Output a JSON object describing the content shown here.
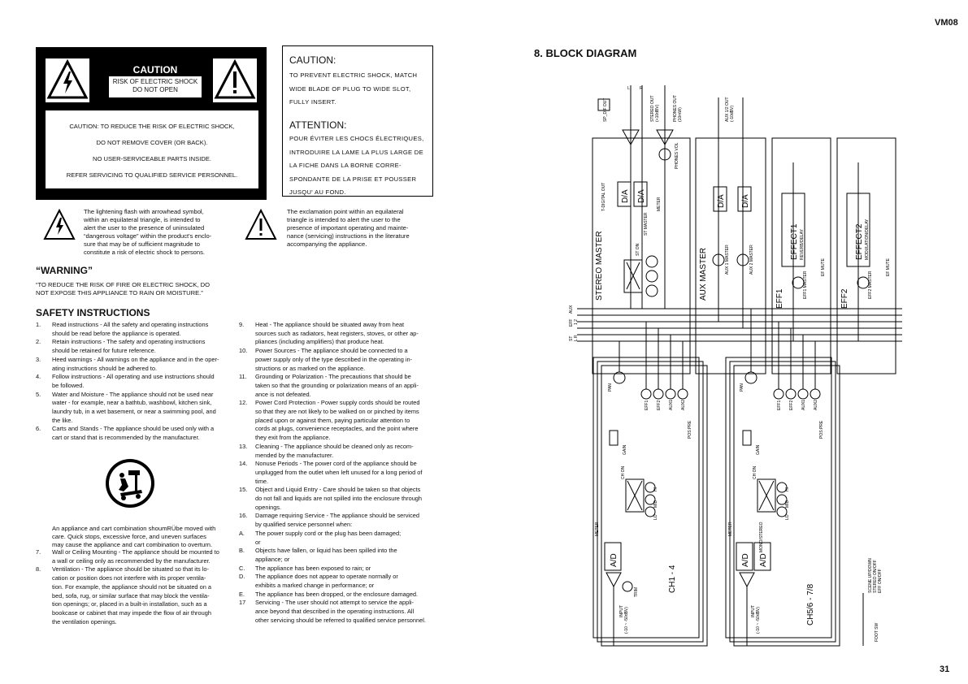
{
  "header": {
    "model": "VM08"
  },
  "page_number": "31",
  "caution_box": {
    "title": "CAUTION",
    "subtitle_line1": "RISK OF ELECTRIC SHOCK",
    "subtitle_line2": "DO NOT OPEN",
    "lines": [
      "CAUTION: TO REDUCE THE RISK OF ELECTRIC SHOCK,",
      "DO NOT REMOVE COVER (OR BACK).",
      "NO USER-SERVICEABLE PARTS INSIDE.",
      "REFER SERVICING TO QUALIFIED SERVICE PERSONNEL."
    ]
  },
  "caution_notice": {
    "title": "CAUTION:",
    "lines": [
      "TO PREVENT ELECTRIC SHOCK, MATCH",
      "WIDE BLADE OF PLUG TO WIDE SLOT,",
      "FULLY INSERT."
    ],
    "attention_title": "ATTENTION:",
    "attention_lines": [
      "POUR ÉVITER LES CHOCS ÉLECTRIQUES,",
      "INTRODUIRE LA LAME LA PLUS LARGE DE",
      "LA FICHE DANS LA BORNE CORRE-",
      "SPONDANTE DE LA PRISE ET POUSSER",
      "JUSQU' AU FOND."
    ]
  },
  "symbol_notes": {
    "flash": [
      "The lightening flash with arrowhead symbol,",
      "within an equilateral triangle, is intended to",
      "alert the user to the presence of uninsulated",
      "“dangerous voltage” within the product's enclo-",
      "sure that may be of sufficient magnitude to",
      "constitute a risk of electric shock to persons."
    ],
    "exclamation": [
      "The exclamation point within an equilateral",
      "triangle is intended to alert the user to the",
      "presence of important operating and mainte-",
      "nance (servicing) instructions in the literature",
      "accompanying the appliance."
    ]
  },
  "warning": {
    "title": "“WARNING”",
    "lines": [
      "“TO REDUCE THE RISK OF FIRE OR ELECTRIC SHOCK, DO",
      "NOT EXPOSE THIS APPLIANCE TO RAIN OR MOISTURE.”"
    ]
  },
  "safety": {
    "title": "SAFETY INSTRUCTIONS",
    "col1": [
      {
        "n": "1.",
        "lines": [
          "Read instructions - All the safety and operating instructions",
          "should be read before the appliance is operated."
        ]
      },
      {
        "n": "2.",
        "lines": [
          "Retain instructions - The safety and operating instructions",
          "should be retained for future reference."
        ]
      },
      {
        "n": "3.",
        "lines": [
          "Heed warnings - All warnings on the appliance and in the oper-",
          "ating instructions should be adhered to."
        ]
      },
      {
        "n": "4.",
        "lines": [
          "Follow instructions - All operating and use instructions should",
          "be followed."
        ]
      },
      {
        "n": "5.",
        "lines": [
          "Water and Moisture - The appliance should not be used near",
          "water - for example, near a bathtub, washbowl, kitchen sink,",
          "laundry tub, in a wet basement, or near a swimming pool, and",
          "the like."
        ]
      },
      {
        "n": "6.",
        "lines": [
          "Carts and Stands - The appliance should be used only with a",
          "cart or stand that is recommended by the manufacturer."
        ]
      }
    ],
    "cart_note": [
      "An appliance and cart combination shoumRÜbe moved with",
      "care. Quick stops, excessive force, and uneven surfaces",
      "may cause the appliance and cart combination to overturn."
    ],
    "col1b": [
      {
        "n": "7.",
        "lines": [
          "Wall or Ceiling Mounting - The appliance should be mounted to",
          "a wall or ceiling only as recommended by the manufacturer."
        ]
      },
      {
        "n": "8.",
        "lines": [
          "Ventilation - The appliance should be situated so that its lo-",
          "cation or position does not interfere with its proper ventila-",
          "tion. For example, the appliance should not be situated on a",
          "bed, sofa, rug, or similar surface that may block the ventila-",
          "tion openings; or, placed in a built-in installation, such as a",
          "bookcase or cabinet that may impede the flow of air through",
          "the ventilation openings."
        ]
      }
    ],
    "col2": [
      {
        "n": "9.",
        "lines": [
          "Heat - The appliance should be situated away from heat",
          "sources such as radiators, heat registers, stoves, or other ap-",
          "pliances (including amplifiers) that produce heat."
        ]
      },
      {
        "n": "10.",
        "lines": [
          "Power Sources - The appliance should be connected to a",
          "power supply only of the type described in the operating in-",
          "structions or as marked on the appliance."
        ]
      },
      {
        "n": "11.",
        "lines": [
          "Grounding or Polarization - The precautions that should be",
          "taken so that the grounding or polarization means of an appli-",
          "ance is not defeated."
        ]
      },
      {
        "n": "12.",
        "lines": [
          "Power Cord Protection - Power supply cords should be routed",
          "so that they are not likely to be walked on or pinched by items",
          "placed upon or against them, paying particular attention to",
          "cords at plugs, convenience receptacles, and the point where",
          "they exit from the appliance."
        ]
      },
      {
        "n": "13.",
        "lines": [
          "Cleaning - The appliance should be cleaned only as recom-",
          "mended by the manufacturer."
        ]
      },
      {
        "n": "14.",
        "lines": [
          "Nonuse Periods - The power cord of the appliance should be",
          "unplugged from the outlet when left unused for a long period of",
          "time."
        ]
      },
      {
        "n": "15.",
        "lines": [
          "Object and Liquid Entry - Care should be taken so that objects",
          "do not fall and liquids are not spilled into the enclosure through",
          "openings."
        ]
      },
      {
        "n": "16.",
        "lines": [
          "Damage requiring Service - The appliance should be serviced",
          "by qualified service personnel when:"
        ]
      },
      {
        "n": "A.",
        "lines": [
          "The power supply cord or the plug has been damaged;",
          "or"
        ]
      },
      {
        "n": "B.",
        "lines": [
          "Objects have fallen, or liquid has been spilled into the",
          "appliance; or"
        ]
      },
      {
        "n": "C.",
        "lines": [
          "The appliance has been exposed to rain; or"
        ]
      },
      {
        "n": "D.",
        "lines": [
          "The appliance does not appear to operate normally or",
          "exhibits a marked change in performance; or"
        ]
      },
      {
        "n": "E.",
        "lines": [
          "The appliance has been dropped, or the enclosure damaged."
        ]
      },
      {
        "n": "17",
        "lines": [
          "Servicing - The user should not attempt to service the appli-",
          "ance beyond that described in the operating instructions. All",
          "other servicing should be referred to qualified service personnel."
        ]
      }
    ]
  },
  "block_diagram": {
    "title": "8.  BLOCK  DIAGRAM",
    "sections": {
      "stereo_master": "STEREO MASTER",
      "aux_master": "AUX MASTER",
      "eff1": "EFF1",
      "eff2": "EFF2",
      "ch1_4": "CH1 - 4",
      "ch5_8": "CH5/6 - 7/8"
    },
    "blocks": {
      "da": "D/A",
      "ad": "A/D",
      "effect1": "EFFECT1",
      "effect1_sub": "REVERB/DELAY",
      "effect2": "EFFECT2",
      "effect2_sub": "MODULATION/DELAY"
    },
    "labels": {
      "spdif_out": "SP_DIF OUT",
      "stereo_out": "STEREO OUT",
      "stereo_out_level": "(+10dBV)",
      "phones_out": "PHONES OUT",
      "phones_out_level": "(10mW)",
      "phones_vol": "PHONES VOL",
      "aux_out": "AUX 1/2 OUT",
      "aux_out_level": "(-10dBV)",
      "l": "L",
      "r": "R",
      "digital_out": "T-DIGITAL OUT",
      "st_master": "ST MASTER",
      "st_on": "ST ON",
      "meter": "METER",
      "aux1_master": "AUX 1 MASTER",
      "aux2_master": "AUX 2 MASTER",
      "eff1_master": "EFF1 MASTER",
      "eff2_master": "EFF2 MASTER",
      "ef_mute": "EF MUTE",
      "bus_st": "ST",
      "bus_eff": "EFF",
      "bus_aux": "AUX",
      "bus_lr": "L  R",
      "bus_12": "1  2",
      "pan": "PAN",
      "gain": "GAIN",
      "ch_on": "CH ON",
      "trim": "TRIM",
      "input": "INPUT",
      "input_level": "(-10 ~ -50dBV)",
      "input_level2": "(-10 ~ -50dBV)",
      "lo": "LO",
      "mid": "MID",
      "hi": "HI",
      "eff1_send": "EFF1",
      "eff2_send": "EFF2",
      "aux1_send": "AUX1",
      "aux2_send": "AUX2",
      "pos": "POS:PRE",
      "mono_stereo": "MONO/STEREO",
      "foot_sw": "FOOT SW",
      "foot_sw_funcs": [
        "SCENE UP/DOWN",
        "STEREO ON/OFF",
        "EFF ON/OFF"
      ]
    }
  }
}
